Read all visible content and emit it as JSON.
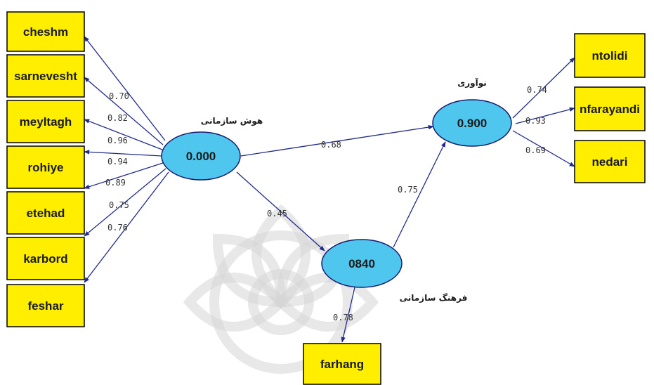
{
  "colors": {
    "box_fill": "#ffee00",
    "ellipse_fill": "#4fc6ee",
    "arrow": "#1f2a8c",
    "watermark": "#d6d6d6"
  },
  "latent": {
    "intelligence": {
      "value": "0.000",
      "label": "هوش سازمانی"
    },
    "innovation": {
      "value": "0.900",
      "label": "نوآوری"
    },
    "culture": {
      "value": "0840",
      "label": "فرهنگ سازمانی"
    }
  },
  "indicators": {
    "cheshm": "cheshm",
    "sarnevesht": "sarnevesht",
    "meyltagh": "meyltagh",
    "rohiye": "rohiye",
    "etehad": "etehad",
    "karbord": "karbord",
    "feshar": "feshar",
    "ntolidi": "ntolidi",
    "nfarayandi": "nfarayandi",
    "nedari": "nedari",
    "farhang": "farhang"
  },
  "coefficients": {
    "cheshm": "0.70",
    "sarnevesht": "0.82",
    "meyltagh": "0.96",
    "rohiye": "0.94",
    "etehad": "0.89",
    "karbord": "0.75",
    "feshar": "0.76",
    "intelligence_innovation": "0.68",
    "intelligence_culture": "0.45",
    "culture_innovation": "0.75",
    "culture_farhang": "0.78",
    "ntolidi": "0.74",
    "nfarayandi": "0.93",
    "nedari": "0.69"
  }
}
